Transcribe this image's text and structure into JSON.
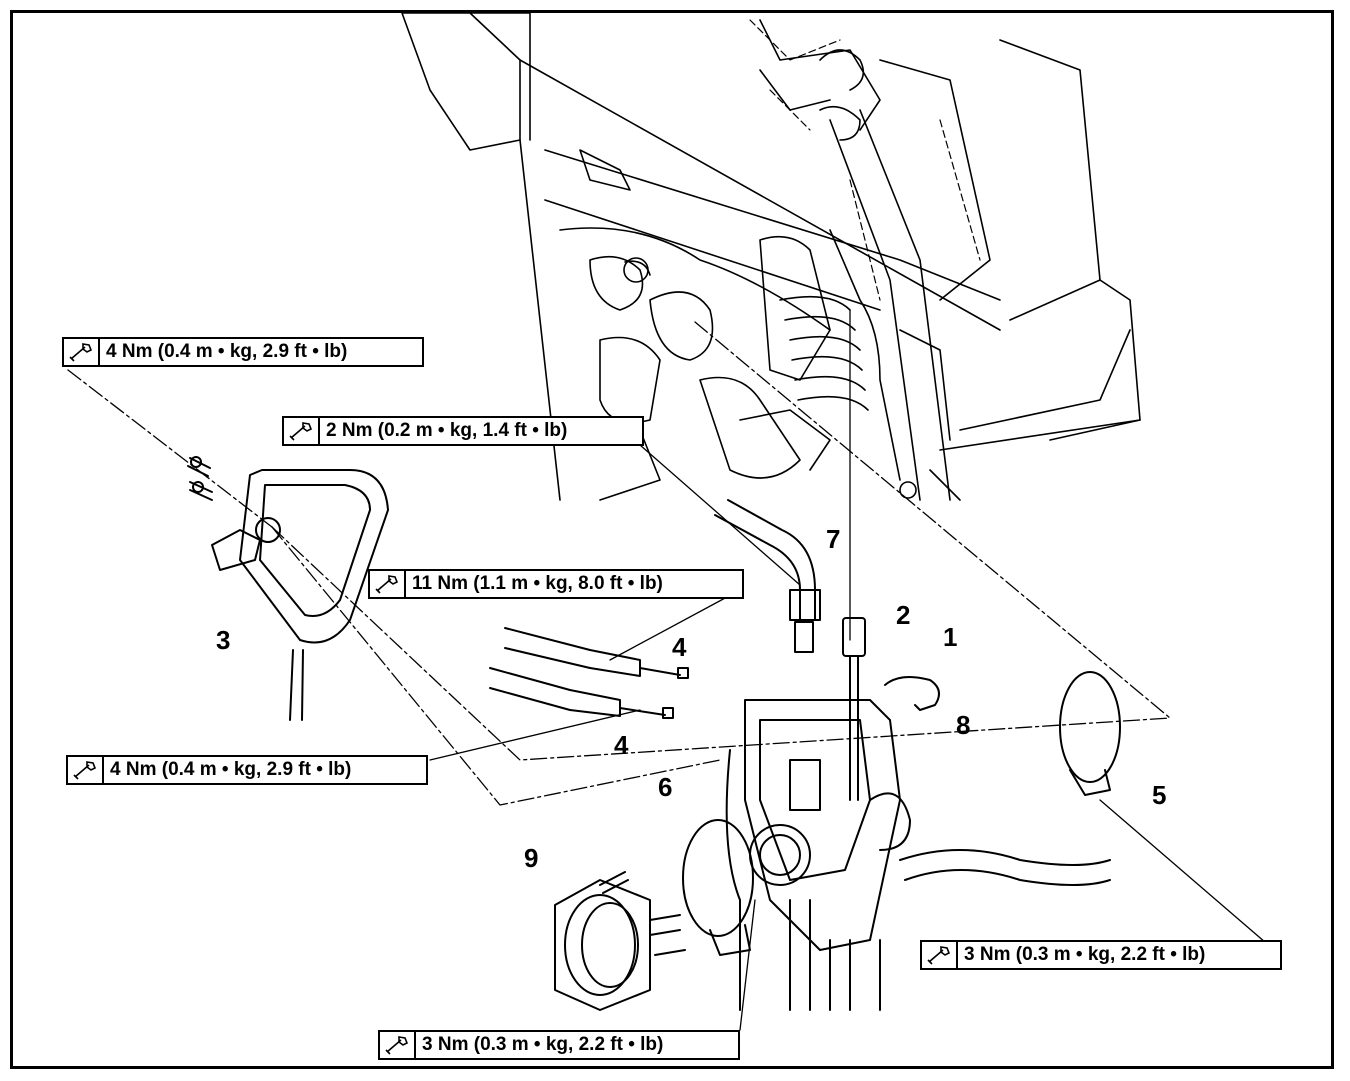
{
  "torque_labels": [
    {
      "value": "4 Nm (0.4 m • kg, 2.9 ft • lb)"
    },
    {
      "value": "2 Nm (0.2 m • kg, 1.4 ft • lb)"
    },
    {
      "value": "11 Nm (1.1 m • kg, 8.0 ft • lb)"
    },
    {
      "value": "4 Nm (0.4 m • kg, 2.9 ft • lb)"
    },
    {
      "value": "3 Nm (0.3 m • kg, 2.2 ft • lb)"
    },
    {
      "value": "3 Nm (0.3 m • kg, 2.2 ft • lb)"
    }
  ],
  "callouts": [
    "1",
    "2",
    "3",
    "4",
    "4",
    "5",
    "6",
    "7",
    "8",
    "9"
  ],
  "icons": {
    "torque": "torque-wrench-icon"
  }
}
